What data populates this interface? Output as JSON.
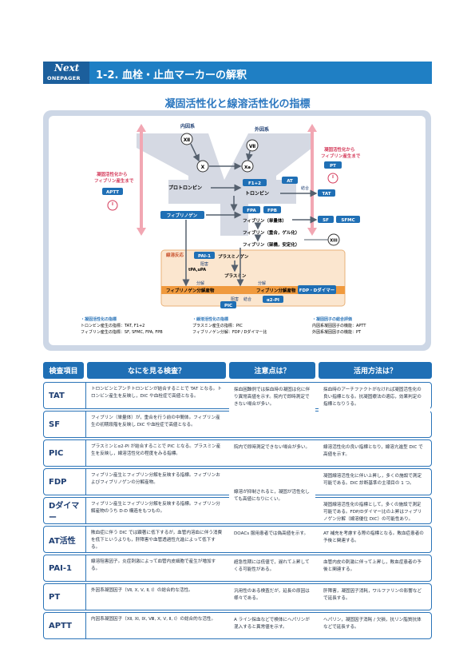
{
  "header": {
    "brand_main": "Next",
    "brand_sub": "ONEPAGER",
    "title": "1-2. 血栓・止血マーカーの解釈"
  },
  "diagram": {
    "title": "凝固活性化と線溶活性化の指標",
    "intrinsic": "内因系",
    "extrinsic": "外因系",
    "factor_xii": "Ⅻ",
    "factor_vii": "Ⅶ",
    "factor_x": "Ⅹ",
    "factor_xa": "Ⅹa",
    "prothrombin": "プロトロンビン",
    "f12": "F1+2",
    "thrombin": "トロンビン",
    "at": "AT",
    "neutralize": "結合",
    "tat": "TAT",
    "fibrinogen": "フィブリノゲン",
    "fpa": "FPA",
    "fpb": "FPB",
    "fibrin_monomer": "フィブリン（単量体）",
    "fibrin_poly": "フィブリン（重合，ゲル化）",
    "fibrin_stable": "フィブリン（架橋，安定化）",
    "factor_xiii": "XIII",
    "sf": "SF",
    "sfmc": "SFMC",
    "fibrinolysis": "線溶反応",
    "pai1": "PAI-1",
    "plasminogen": "プラスミノゲン",
    "inhibit": "阻害",
    "tpa_upa": "tPA,uPA",
    "plasmin": "プラスミン",
    "degrade1": "分解",
    "degrade2": "分解",
    "fgdp": "フィブリノゲン分解産物",
    "fdp_label": "フィブリン分解産物",
    "fdp_dd": "FDP・Dダイマー",
    "inhibit2": "阻害",
    "bind2": "結合",
    "a2pi": "α2-PI",
    "pic": "PIC",
    "left_note": "凝固活性化から フィブリン産生まで",
    "right_note": "凝固活性化から フィブリン産生まで",
    "aptt": "APTT",
    "pt": "PT",
    "legend1_title": "・凝固活性化の指標",
    "legend1_line1": "トロンビン産生の指標：TAT, F1+2",
    "legend1_line2": "フィブリン産生の指標：SF, SFMC, FPA, FPB",
    "legend2_title": "・線溶活性化の指標",
    "legend2_line1": "プラスミン産生の指標：PIC",
    "legend2_line2": "フィブリノゲン分解：FDP / Dダイマー比",
    "legend3_title": "・凝固因子の総合評価",
    "legend3_line1": "内因系凝固因子の機能：APTT",
    "legend3_line2": "外因系凝固因子の機能：PT"
  },
  "table": {
    "headers": [
      "検査項目",
      "なにを見る検査？",
      "注意点は？",
      "活用方法は？"
    ],
    "rows": [
      {
        "item": "TAT",
        "what": "トロンビンとアンチトロンビンが結合することで TAT となる。トロンビン産生を反映し，DIC や血栓症で高値となる。"
      },
      {
        "item": "SF",
        "what": "フィブリン（単量体）が，重合を行う前の中間体。フィブリン産生の初期段階を反映し DIC や血栓症で高値となる。"
      },
      {
        "item": "PIC",
        "what": "プラスミンとα2-PI が結合することで PIC となる。プラスミン産生を反映し，線溶活性化の程度をみる指標。"
      },
      {
        "item": "FDP",
        "what": "フィブリン産生とフィブリン分解を反映する指標。フィブリンおよびフィブリノゲンの分解産物。"
      },
      {
        "item": "Dダイマー",
        "what": "フィブリン産生とフィブリン分解を反映する指標。フィブリン分解産物のうち D-D 構造をもつもの。"
      },
      {
        "item": "AT活性",
        "what": "敗血症に伴う DIC では顕著に低下するが，血管内溶血に伴う消費を低下というよりも，肝障害や血管透過性亢進によって低下する。"
      },
      {
        "item": "PAI-1",
        "what": "線溶阻害因子。炎症刺激によって血管内皮細胞で産生が増加する。"
      },
      {
        "item": "PT",
        "what": "外因系凝固因子（Ⅶ, Ⅹ, Ⅴ, Ⅱ, Ⅰ）の総合的な活性。"
      },
      {
        "item": "APTT",
        "what": "内因系凝固因子（Ⅻ, Ⅺ, Ⅸ, Ⅷ, Ⅹ, Ⅴ, Ⅱ, Ⅰ）の総合的な活性。"
      }
    ],
    "notes": [
      "採血困難例では採血時の凝固は化に伴り異常高値を示す。院内で即時測定できない場合が多い。",
      "院内で即時測定できない場合が多い。",
      "線溶が抑制されると，凝固が活性化しても高値になりにくい。",
      "DOACs 服用患者では偽高値を示す。",
      "超急性期には低値で，遅れて上昇してくる可能性がある。",
      "汎用性のある検査だが，延長の原因は様々である。",
      "A ライン採血などで検体にヘパリンが混入すると異常値を示す。"
    ],
    "uses": [
      "採血時のアーチファクトがなければ凝固活性化の良い指標となる。抗凝固療法の適応，効果判定の指標となりうる。",
      "線溶活性化の良い指標となり，線溶亢進型 DIC で高値を示す。",
      "凝固線溶活性化に伴い上昇し，多くの施設で測定可能である。DIC 診断基準の主項目の 1 つ。",
      "凝固線溶活性化の指標として，多くの施設で測定可能である。FDP/Dダイマー比の上昇はフィブリノゲン分解（線溶優位 DIC）の可能性あり。",
      "AT 補充を考慮する際の指標となる。敗血症患者の予後と関連する。",
      "血管内皮の刺激に伴って上昇し，敗血症患者の予後と関連する。",
      "肝障害，凝固因子消耗，ワルファリンの影響などで延長する。",
      "ヘパリン，凝固因子消耗 / 欠損，抗リン脂質抗体などで延長する。"
    ]
  }
}
